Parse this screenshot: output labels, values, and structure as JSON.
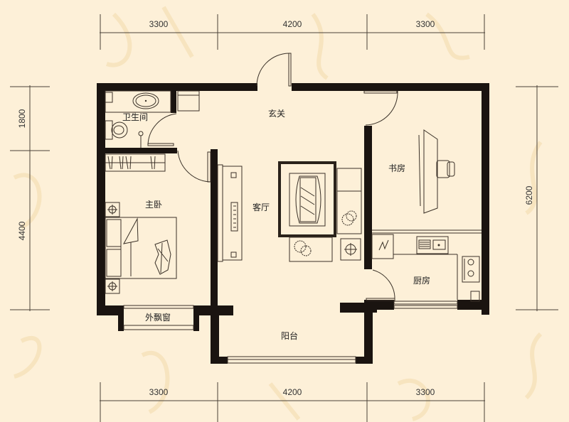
{
  "plan": {
    "dimensions": {
      "top": [
        "3300",
        "4200",
        "3300"
      ],
      "bottom": [
        "3300",
        "4200",
        "3300"
      ],
      "left": [
        "1800",
        "4400"
      ],
      "right": [
        "6200"
      ]
    },
    "rooms": {
      "bathroom": "卫生间",
      "entrance": "玄关",
      "master_bedroom": "主卧",
      "living_room": "客厅",
      "study": "书房",
      "kitchen": "厨房",
      "balcony": "阳台",
      "bay_window": "外飘窗"
    },
    "colors": {
      "background": "#fdf0d8",
      "wall": "#1a1410",
      "line": "#3a3128"
    }
  }
}
